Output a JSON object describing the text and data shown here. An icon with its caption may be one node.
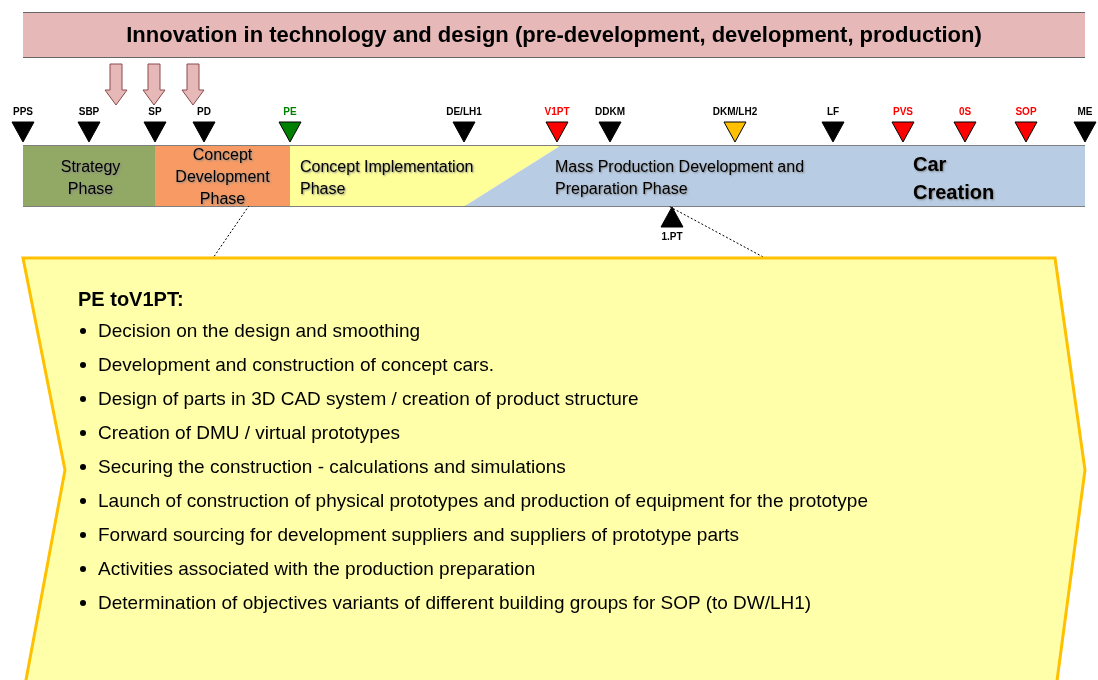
{
  "diagram": {
    "title": "Innovation in technology and design (pre-development, development, production)",
    "nodes": [
      {
        "text": [
          "PPS"
        ]
      },
      {
        "text": [
          "SBP"
        ]
      },
      {
        "text": [
          "SP"
        ]
      },
      {
        "text": [
          "PD"
        ]
      },
      {
        "text": [
          "PE"
        ]
      },
      {
        "text": [
          "DE/LH1"
        ]
      },
      {
        "text": [
          "V1PT"
        ]
      },
      {
        "text": [
          "DDKM"
        ]
      },
      {
        "text": [
          "DKM/LH2"
        ]
      },
      {
        "text": [
          "LF"
        ]
      },
      {
        "text": [
          "PVS"
        ]
      },
      {
        "text": [
          "0S"
        ]
      },
      {
        "text": [
          "SOP"
        ]
      },
      {
        "text": [
          "ME"
        ]
      },
      {
        "text": [
          "1.PT"
        ]
      },
      {
        "text": [
          "Strategy Phase"
        ]
      },
      {
        "text": [
          "Concept Development Phase"
        ]
      },
      {
        "text": [
          "Concept Implementation Phase"
        ]
      },
      {
        "text": [
          "Mass Production Development and Preparation Phase",
          "Car Creation"
        ]
      },
      {
        "text": [
          "PE toV1PT:",
          "Decision on the design and smoothing",
          "Development and construction of concept cars.",
          "Design of parts in 3D CAD system / creation of product structure",
          "Creation of DMU / virtual prototypes",
          "Securing the construction - calculations and simulations",
          "Launch of construction of physical prototypes and production of equipment for the prototype",
          "Forward sourcing for development suppliers and suppliers of prototype parts",
          "Activities associated with the production preparation",
          "Determination of objectives variants of different building groups for SOP (to DW/LH1)"
        ]
      }
    ],
    "edges": [
      {
        "from": 4,
        "to": 19,
        "arrow": "none",
        "style": "dashed"
      },
      {
        "from": 6,
        "to": 19,
        "arrow": "none",
        "style": "dashed"
      }
    ]
  }
}
